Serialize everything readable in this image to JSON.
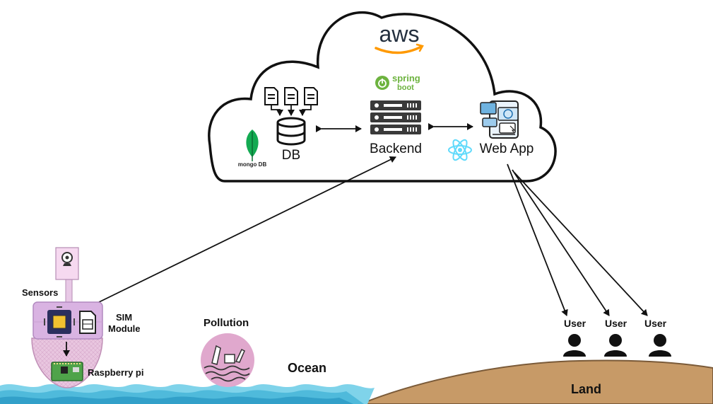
{
  "cloud": {
    "provider": "aws",
    "db_brand": "mongo DB",
    "backend_brand_top": "spring",
    "backend_brand_bottom": "boot"
  },
  "nodes": {
    "db": "DB",
    "backend": "Backend",
    "webapp": "Web App"
  },
  "buoy": {
    "sensors": "Sensors",
    "sim_line1": "SIM",
    "sim_line2": "Module",
    "raspberry": "Raspberry pi"
  },
  "scene": {
    "pollution": "Pollution",
    "ocean": "Ocean",
    "land": "Land"
  },
  "users": [
    "User",
    "User",
    "User"
  ],
  "colors": {
    "aws_orange": "#ff9900",
    "spring_green": "#6db33f",
    "mongo_green": "#13aa52",
    "react_blue": "#61dafb",
    "buoy_pink": "#e8c9e6",
    "buoy_purple": "#c9a7d6",
    "land_brown": "#c79a67",
    "water_blue": "#7fd3ea",
    "pollution_pink": "#e0a8cd"
  }
}
